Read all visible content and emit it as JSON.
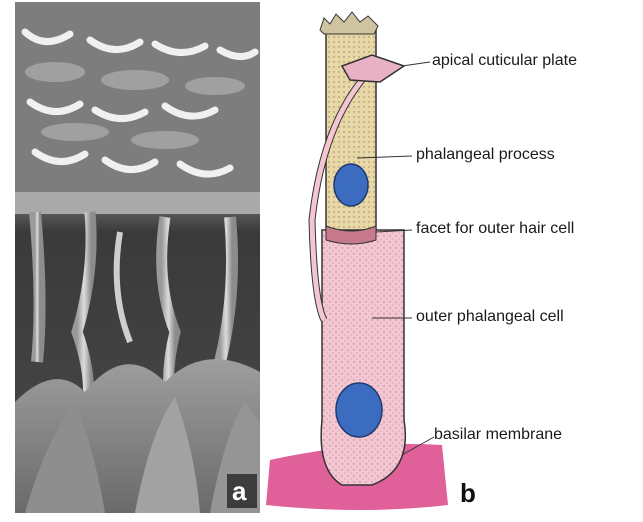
{
  "panel_a": {
    "letter": "a"
  },
  "panel_b": {
    "letter": "b",
    "labels": {
      "apical_cuticular_plate": "apical cuticular plate",
      "phalangeal_process": "phalangeal process",
      "facet_outer_hair_cell": "facet for outer hair cell",
      "outer_phalangeal_cell": "outer phalangeal cell",
      "basilar_membrane": "basilar membrane"
    }
  },
  "colors": {
    "cell_body": "#f4c6d2",
    "hair_cell_region": "#e8d8a8",
    "nucleus": "#3b6cc0",
    "basilar_membrane": "#e0609a",
    "cuticular_plate": "#e8b2c4"
  }
}
